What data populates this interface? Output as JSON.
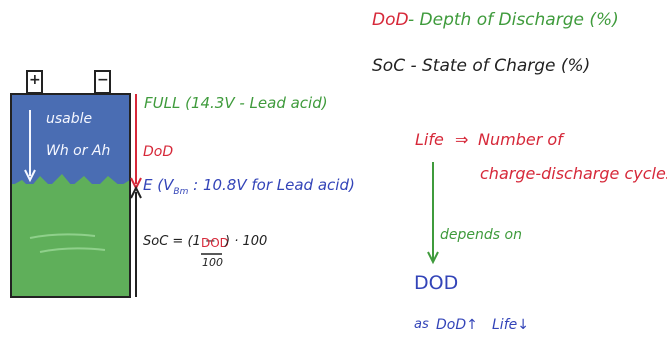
{
  "colors": {
    "red": "#d62839",
    "green": "#3f9b3c",
    "blue": "#3344b8",
    "black": "#222222",
    "battery_top": "#4a6db3",
    "battery_bottom": "#5faf5a"
  },
  "definitions": {
    "dod_abbr": "DoD",
    "dod_text": "- Depth of Discharge (%)",
    "soc_text": "SoC - State of Charge (%)"
  },
  "battery": {
    "plus": "+",
    "minus": "−",
    "usable_line1": "usable",
    "usable_line2": "Wh or Ah"
  },
  "labels": {
    "full": "FULL (14.3V - Lead acid)",
    "dod": "DoD",
    "empty_prefix": "E",
    "empty_rest": "(V",
    "empty_sub": "Bm",
    "empty_tail": ": 10.8V for Lead acid)"
  },
  "formula": {
    "lhs": "SoC = (1 −",
    "numerator": "DOD",
    "denominator": "100",
    "rhs": ") · 100"
  },
  "life": {
    "life_word": "Life",
    "arrow": "⇒",
    "line1": "Number of",
    "line2": "charge-discharge cycles",
    "depends": "depends on",
    "dod": "DOD",
    "bottom_as": "as",
    "bottom_dod": "DoD↑",
    "bottom_life": "Life↓"
  }
}
